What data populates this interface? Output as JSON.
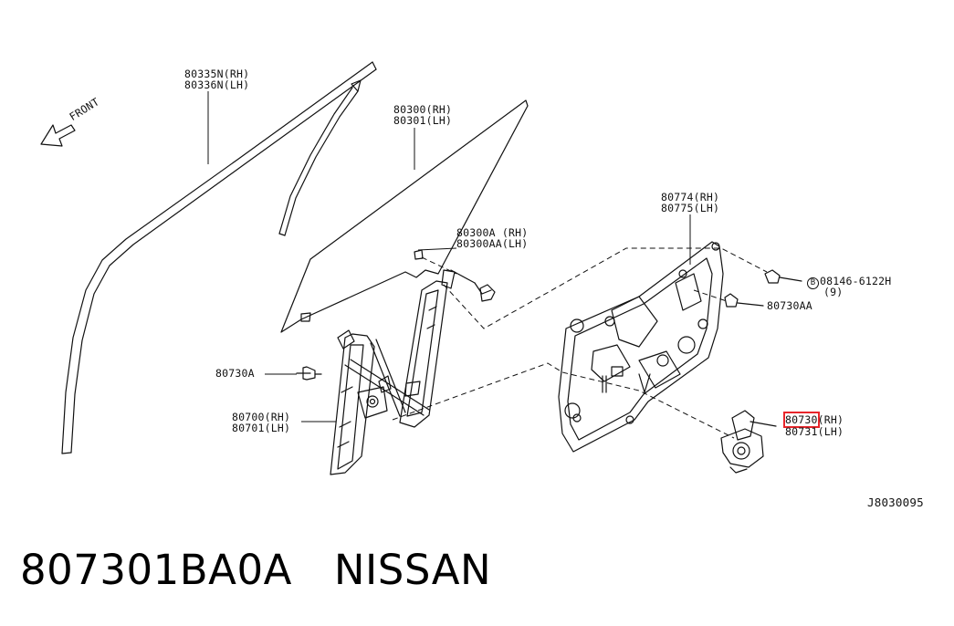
{
  "diagram": {
    "front_label": "FRONT",
    "parts": {
      "sash": {
        "rh": "80335N(RH)",
        "lh": "80336N(LH)"
      },
      "glass": {
        "rh": "80300(RH)",
        "lh": "80301(LH)"
      },
      "glass_clip": {
        "rh": "80300A  (RH)",
        "lh": "80300AA(LH)"
      },
      "sealing_screen": {
        "rh": "80774(RH)",
        "lh": "80775(LH)"
      },
      "bolt_b": {
        "symbol": "B",
        "number": "08146-6122H",
        "qty": "(9)"
      },
      "bolt_aa": {
        "code": "80730AA"
      },
      "bolt_a": {
        "code": "80730A"
      },
      "regulator": {
        "rh": "80700(RH)",
        "lh": "80701(LH)"
      },
      "motor": {
        "rh_code": "80730",
        "rh_suffix": "(RH)",
        "lh": "80731(LH)"
      }
    },
    "ref_code": "J8030095",
    "highlight_color": "#e8252a"
  },
  "caption": {
    "part_number": "807301BA0A",
    "brand": "NISSAN"
  }
}
